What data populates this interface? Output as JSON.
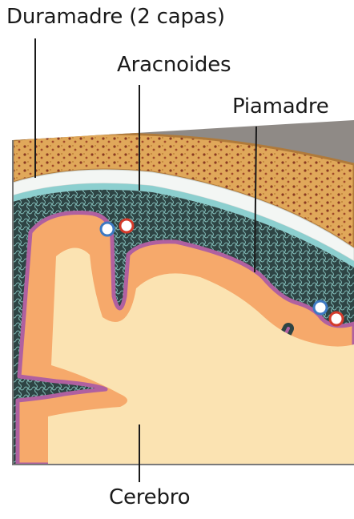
{
  "labels": {
    "dura": "Duramadre (2 capas)",
    "arachnoid": "Aracnoides",
    "pia": "Piamadre",
    "brain": "Cerebro"
  },
  "colors": {
    "skull": "#e0a85a",
    "dura": "#f3f6f4",
    "arachnoid": "#8ccfcf",
    "subarachnoid_space": "#2e4444",
    "pia": "#b060a0",
    "gray_matter": "#f6a96b",
    "white_matter": "#fbe3b2",
    "artery": "#d43b2b",
    "vein": "#3d79c2"
  }
}
